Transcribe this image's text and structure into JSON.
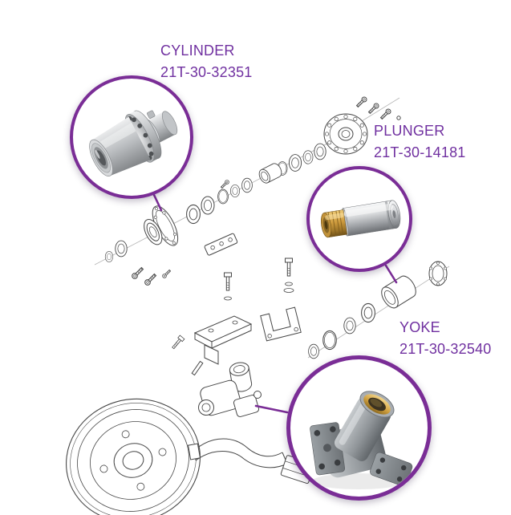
{
  "callouts": [
    {
      "name": "CYLINDER",
      "part_number": "21T-30-32351",
      "photo": "cylinder-photo"
    },
    {
      "name": "PLUNGER",
      "part_number": "21T-30-14181",
      "photo": "plunger-photo"
    },
    {
      "name": "YOKE",
      "part_number": "21T-30-32540",
      "photo": "yoke-photo"
    }
  ],
  "colors": {
    "accent_purple": "#7A2D96",
    "label_text": "#7030A0",
    "line_art": "#474747",
    "background": "#FFFFFF",
    "brass": "#CF9C3E",
    "steel": "#B9BCC0"
  }
}
